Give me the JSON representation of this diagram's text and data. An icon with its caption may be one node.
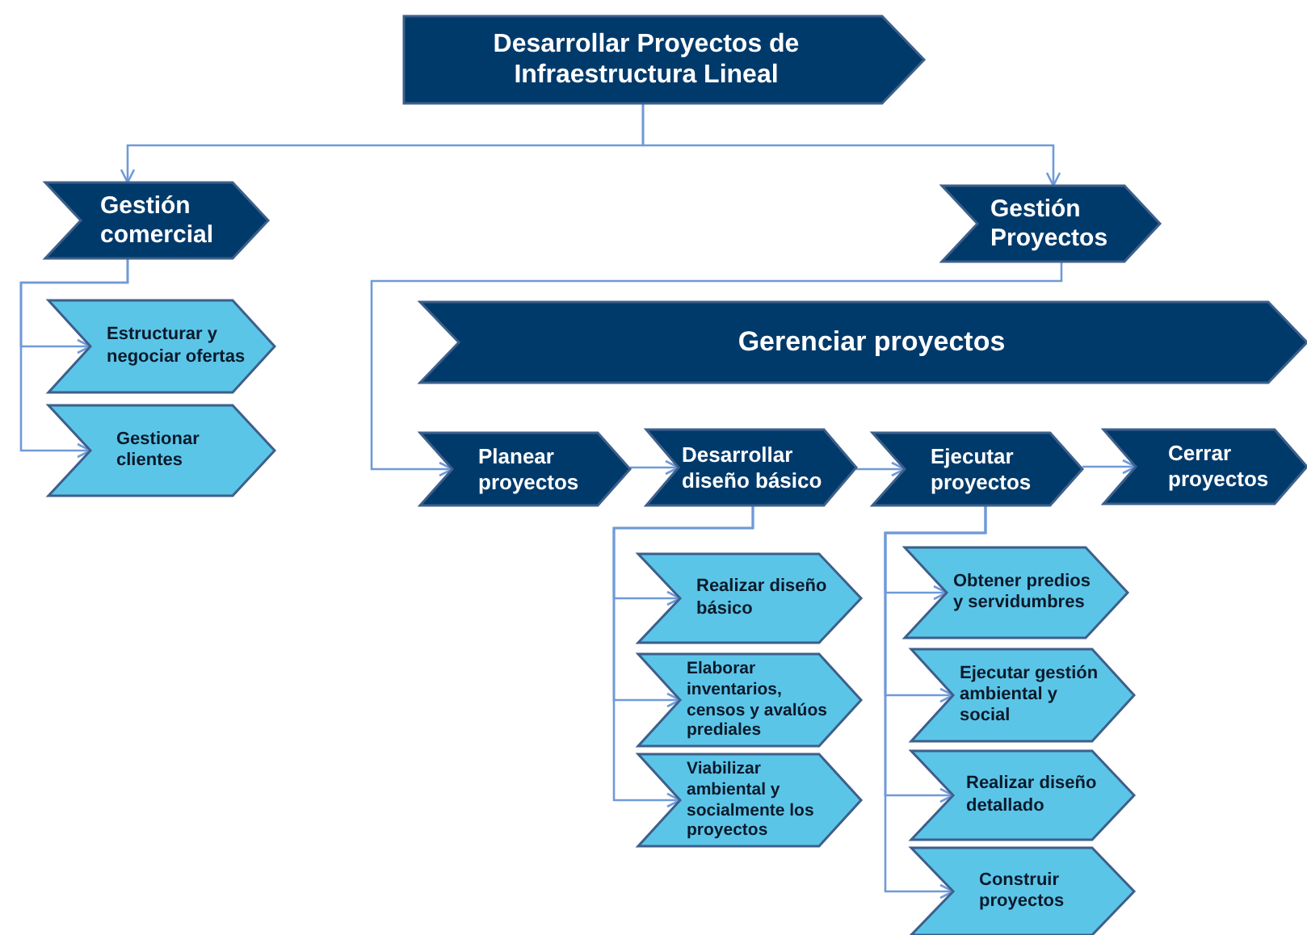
{
  "diagram": {
    "nodes": [
      {
        "text": [
          "Desarrollar Proyectos de Infraestructura Lineal"
        ]
      },
      {
        "text": [
          "Gestión comercial"
        ]
      },
      {
        "text": [
          "Gestión Proyectos"
        ]
      },
      {
        "text": [
          "Gerenciar proyectos"
        ]
      },
      {
        "text": [
          "Planear proyectos"
        ]
      },
      {
        "text": [
          "Desarrollar diseño básico"
        ]
      },
      {
        "text": [
          "Ejecutar proyectos"
        ]
      },
      {
        "text": [
          "Cerrar proyectos"
        ]
      },
      {
        "text": [
          "Estructurar y negociar ofertas"
        ]
      },
      {
        "text": [
          "Gestionar clientes"
        ]
      },
      {
        "text": [
          "Realizar diseño básico"
        ]
      },
      {
        "text": [
          "Elaborar inventarios, censos y avalúos prediales"
        ]
      },
      {
        "text": [
          "Viabilizar ambiental y socialmente los proyectos"
        ]
      },
      {
        "text": [
          "Obtener predios y servidumbres"
        ]
      },
      {
        "text": [
          "Ejecutar gestión ambiental y social"
        ]
      },
      {
        "text": [
          "Realizar diseño detallado"
        ]
      },
      {
        "text": [
          "Construir proyectos"
        ]
      }
    ],
    "edges": [
      {
        "from": 0,
        "to": 1,
        "arrow": "to"
      },
      {
        "from": 0,
        "to": 2,
        "arrow": "to"
      },
      {
        "from": 1,
        "to": 8,
        "arrow": "to"
      },
      {
        "from": 1,
        "to": 9,
        "arrow": "to"
      },
      {
        "from": 2,
        "to": 4,
        "arrow": "to"
      },
      {
        "from": 4,
        "to": 5,
        "arrow": "to"
      },
      {
        "from": 5,
        "to": 6,
        "arrow": "to"
      },
      {
        "from": 6,
        "to": 7,
        "arrow": "to"
      },
      {
        "from": 5,
        "to": 10,
        "arrow": "to"
      },
      {
        "from": 5,
        "to": 11,
        "arrow": "to"
      },
      {
        "from": 5,
        "to": 12,
        "arrow": "to"
      },
      {
        "from": 6,
        "to": 13,
        "arrow": "to"
      },
      {
        "from": 6,
        "to": 14,
        "arrow": "to"
      },
      {
        "from": 6,
        "to": 15,
        "arrow": "to"
      },
      {
        "from": 6,
        "to": 16,
        "arrow": "to"
      }
    ]
  }
}
